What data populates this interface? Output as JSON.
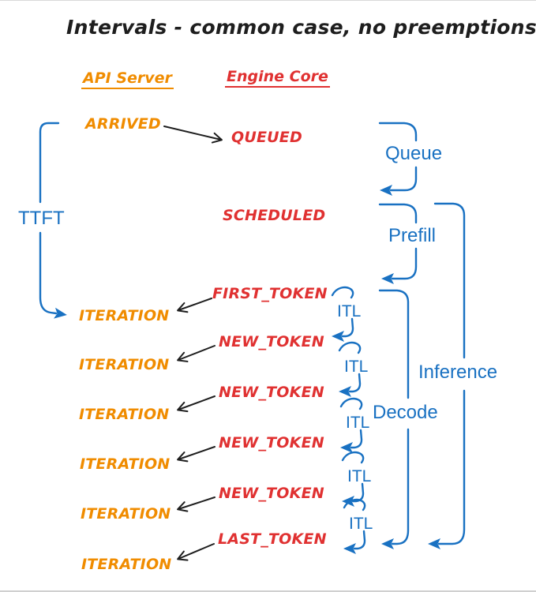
{
  "title": "Intervals - common case, no preemptions",
  "columns": {
    "api_server": "API Server",
    "engine_core": "Engine Core"
  },
  "events": {
    "arrived": "ARRIVED",
    "queued": "QUEUED",
    "scheduled": "SCHEDULED",
    "tokens": [
      "FIRST_TOKEN",
      "NEW_TOKEN",
      "NEW_TOKEN",
      "NEW_TOKEN",
      "NEW_TOKEN",
      "LAST_TOKEN"
    ],
    "iterations": [
      "ITERATION",
      "ITERATION",
      "ITERATION",
      "ITERATION",
      "ITERATION",
      "ITERATION"
    ]
  },
  "intervals": {
    "ttft": "TTFT",
    "queue": "Queue",
    "prefill": "Prefill",
    "itl": [
      "ITL",
      "ITL",
      "ITL",
      "ITL",
      "ITL"
    ],
    "decode": "Decode",
    "inference": "Inference"
  },
  "colors": {
    "orange": "#f08c00",
    "red": "#e03131",
    "blue": "#1971c2",
    "black": "#1e1e1e",
    "background": "#ffffff"
  }
}
